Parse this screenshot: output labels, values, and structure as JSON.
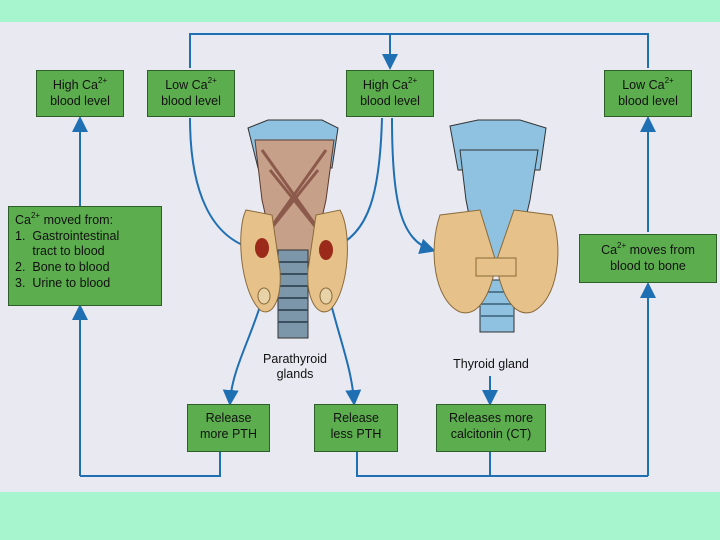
{
  "boxes": {
    "high_left": {
      "l1": "High Ca",
      "sup": "2+",
      "l2": "blood level"
    },
    "low_left": {
      "l1": "Low Ca",
      "sup": "2+",
      "l2": "blood level"
    },
    "high_mid": {
      "l1": "High Ca",
      "sup": "2+",
      "l2": "blood level"
    },
    "low_right": {
      "l1": "Low Ca",
      "sup": "2+",
      "l2": "blood level"
    },
    "moved_from": {
      "head_ca": "Ca",
      "head_sup": "2+",
      "head_rest": " moved from:",
      "items": [
        "1.  Gastrointestinal",
        "     tract to blood",
        "2.  Bone to blood",
        "3.  Urine to blood"
      ]
    },
    "moves_to_bone": {
      "l1_ca": "Ca",
      "l1_sup": "2+",
      "l1_rest": " moves from",
      "l2": "blood to bone"
    },
    "release_more_pth": {
      "l1": "Release",
      "l2": "more PTH"
    },
    "release_less_pth": {
      "l1": "Release",
      "l2": "less PTH"
    },
    "releases_ct": {
      "l1": "Releases more",
      "l2": "calcitonin (CT)"
    }
  },
  "labels": {
    "parathyroid": {
      "l1": "Parathyroid",
      "l2": "glands"
    },
    "thyroid": "Thyroid gland"
  },
  "colors": {
    "box": "#5cad4e",
    "arrow": "#1f6fb3",
    "background": "#a6f5cf",
    "panel": "#e9e9f2"
  }
}
